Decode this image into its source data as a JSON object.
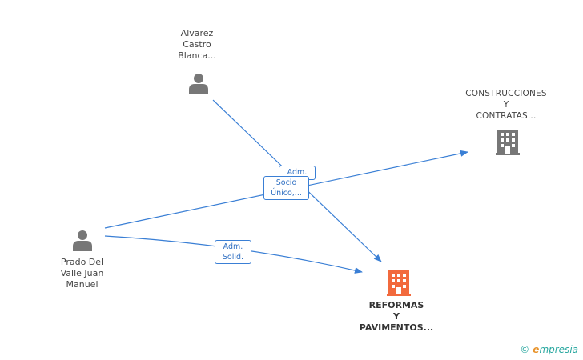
{
  "nodes": {
    "alvarez": {
      "label_lines": [
        "Alvarez",
        "Castro",
        "Blanca..."
      ],
      "type": "person"
    },
    "prado": {
      "label_lines": [
        "Prado Del",
        "Valle Juan",
        "Manuel"
      ],
      "type": "person"
    },
    "construcciones": {
      "label_lines": [
        "CONSTRUCCIONES",
        "Y",
        "CONTRATAS..."
      ],
      "type": "company"
    },
    "reformas": {
      "label_lines": [
        "REFORMAS",
        "Y",
        "PAVIMENTOS..."
      ],
      "type": "company-focus"
    }
  },
  "edges": {
    "adm_top": "Adm.",
    "socio_line1": "Socio",
    "socio_line2": "Único,...",
    "adm_solid_line1": "Adm.",
    "adm_solid_line2": "Solid."
  },
  "colors": {
    "link": "#3a7fd5",
    "person_icon": "#777777",
    "company_icon": "#777777",
    "focus_icon": "#f26a3d"
  },
  "brand": {
    "copyright": "©",
    "name_first": "e",
    "name_rest": "mpresia"
  }
}
